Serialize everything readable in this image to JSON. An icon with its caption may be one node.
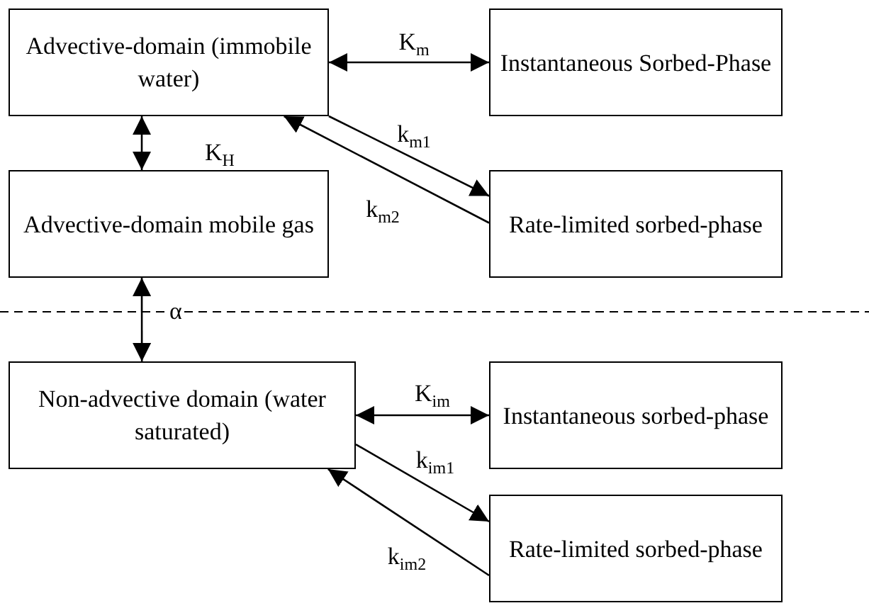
{
  "diagram": {
    "nodes": [
      {
        "text": [
          "Advective-domain (immobile water)"
        ]
      },
      {
        "text": [
          "Instantaneous Sorbed-Phase"
        ]
      },
      {
        "text": [
          "Advective-domain mobile gas"
        ]
      },
      {
        "text": [
          "Rate-limited sorbed-phase"
        ]
      },
      {
        "text": [
          "Non-advective domain (water saturated)"
        ]
      },
      {
        "text": [
          "Instantaneous sorbed-phase"
        ]
      },
      {
        "text": [
          "Rate-limited sorbed-phase"
        ]
      }
    ],
    "edges": [
      {
        "from": 0,
        "to": 1,
        "arrow": "both",
        "label": "K$_{m}$"
      },
      {
        "from": 0,
        "to": 3,
        "arrow": "to",
        "label": "k$_{m1}$"
      },
      {
        "from": 3,
        "to": 0,
        "arrow": "to",
        "label": "k$_{m2}$"
      },
      {
        "from": 0,
        "to": 2,
        "arrow": "both",
        "label": "K$_{H}$"
      },
      {
        "from": 2,
        "to": 4,
        "arrow": "both",
        "label": "α"
      },
      {
        "from": 4,
        "to": 5,
        "arrow": "both",
        "label": "K$_{im}$"
      },
      {
        "from": 4,
        "to": 6,
        "arrow": "to",
        "label": "k$_{im1}$"
      },
      {
        "from": 6,
        "to": 4,
        "arrow": "to",
        "label": "k$_{im2}$"
      }
    ]
  }
}
